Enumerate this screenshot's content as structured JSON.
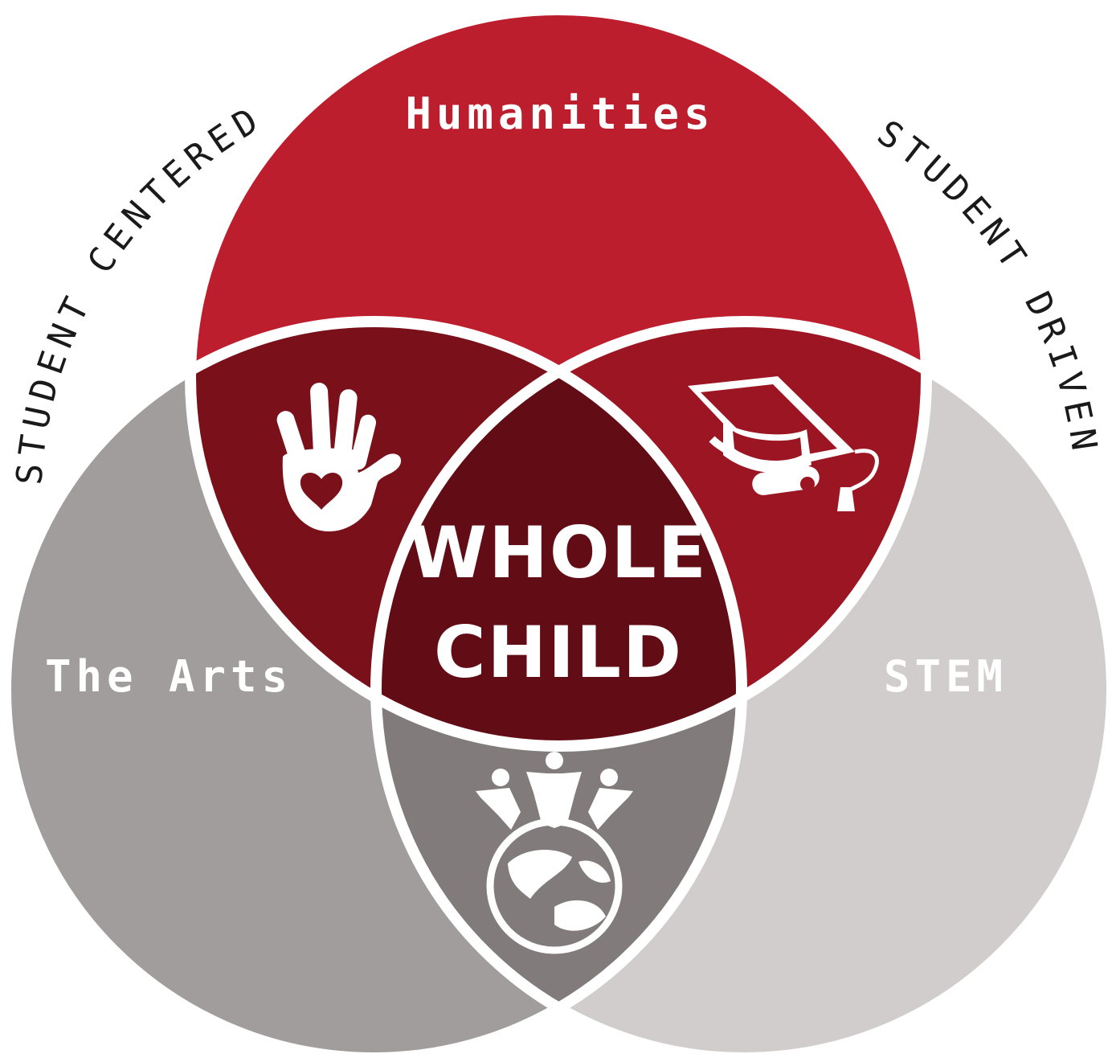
{
  "circles": {
    "top": {
      "label": "Humanities",
      "color": "#bc1e2d"
    },
    "left": {
      "label": "The Arts",
      "color": "#a09d9c"
    },
    "right": {
      "label": "STEM",
      "color": "#d0cdcc"
    }
  },
  "overlaps": {
    "top_left": {
      "color": "#7a1019",
      "icon": "hand-heart-icon"
    },
    "top_right": {
      "color": "#9b1622",
      "icon": "graduation-cap-icon"
    },
    "left_right": {
      "color": "#817c7b",
      "icon": "people-on-globe-icon"
    },
    "center": {
      "color": "#620c15",
      "line1": "WHOLE",
      "line2": "CHILD"
    }
  },
  "arc_labels": {
    "left": "STUDENT CENTERED",
    "right": "STUDENT DRIVEN"
  },
  "outline_color": "#ffffff"
}
